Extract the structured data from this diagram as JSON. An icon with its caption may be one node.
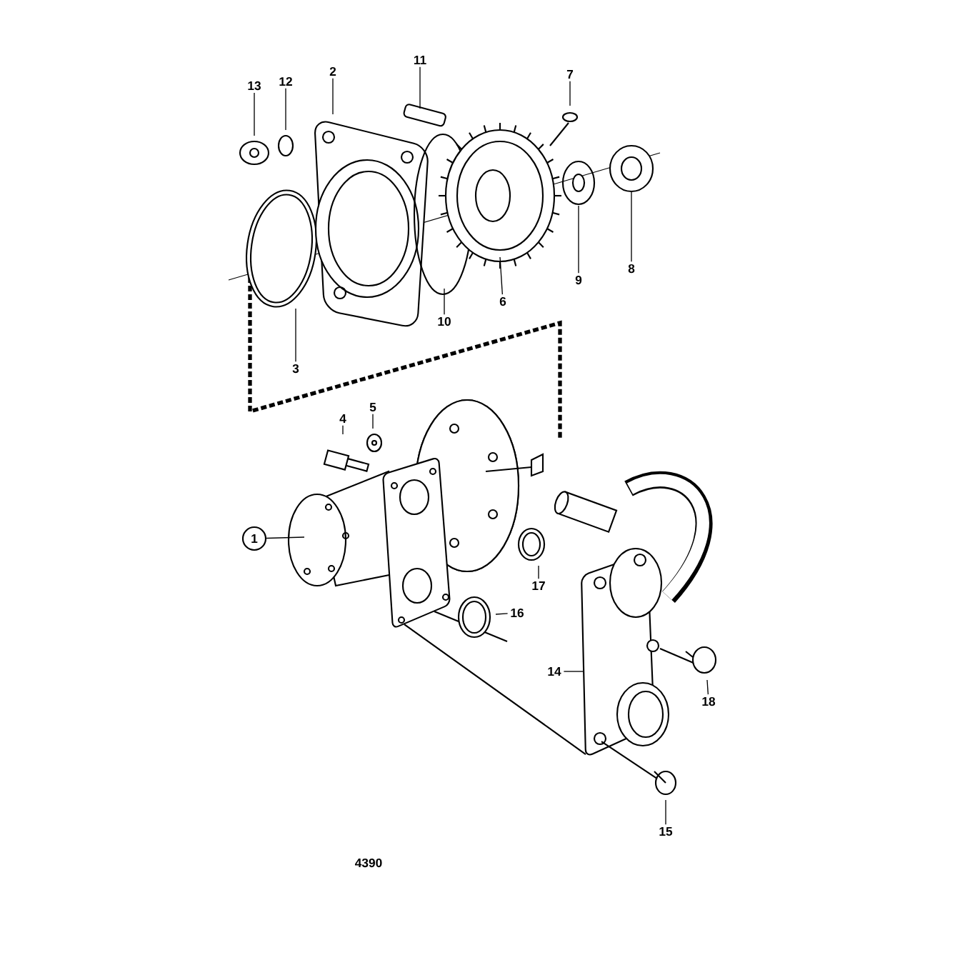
{
  "diagram": {
    "nodes": [
      {
        "text": [
          "1"
        ]
      },
      {
        "text": [
          "2"
        ]
      },
      {
        "text": [
          "3"
        ]
      },
      {
        "text": [
          "4"
        ]
      },
      {
        "text": [
          "5"
        ]
      },
      {
        "text": [
          "6"
        ]
      },
      {
        "text": [
          "7"
        ]
      },
      {
        "text": [
          "8"
        ]
      },
      {
        "text": [
          "9"
        ]
      },
      {
        "text": [
          "10"
        ]
      },
      {
        "text": [
          "11"
        ]
      },
      {
        "text": [
          "12"
        ]
      },
      {
        "text": [
          "13"
        ]
      },
      {
        "text": [
          "14"
        ]
      },
      {
        "text": [
          "15"
        ]
      },
      {
        "text": [
          "16"
        ]
      },
      {
        "text": [
          "17"
        ]
      },
      {
        "text": [
          "18"
        ]
      }
    ],
    "edges": [
      {
        "from": 0,
        "to": null,
        "arrow": "none"
      },
      {
        "from": 1,
        "to": null,
        "arrow": "none"
      },
      {
        "from": 2,
        "to": null,
        "arrow": "none"
      },
      {
        "from": 3,
        "to": null,
        "arrow": "none"
      },
      {
        "from": 4,
        "to": null,
        "arrow": "none"
      },
      {
        "from": 5,
        "to": null,
        "arrow": "none"
      },
      {
        "from": 6,
        "to": null,
        "arrow": "none"
      },
      {
        "from": 7,
        "to": null,
        "arrow": "none"
      },
      {
        "from": 8,
        "to": null,
        "arrow": "none"
      },
      {
        "from": 9,
        "to": null,
        "arrow": "none"
      },
      {
        "from": 10,
        "to": null,
        "arrow": "none"
      },
      {
        "from": 11,
        "to": null,
        "arrow": "none"
      },
      {
        "from": 12,
        "to": null,
        "arrow": "none"
      },
      {
        "from": 13,
        "to": null,
        "arrow": "none"
      },
      {
        "from": 14,
        "to": null,
        "arrow": "none"
      },
      {
        "from": 15,
        "to": null,
        "arrow": "none"
      },
      {
        "from": 16,
        "to": null,
        "arrow": "none"
      },
      {
        "from": 17,
        "to": null,
        "arrow": "none"
      }
    ],
    "labels": [
      "4390"
    ]
  }
}
